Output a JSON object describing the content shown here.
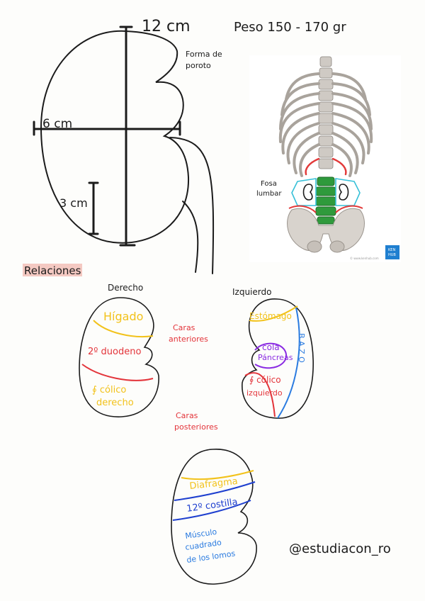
{
  "top": {
    "length_label": "12 cm",
    "width_label": "6 cm",
    "thickness_label": "3 cm",
    "shape_label_line1": "Forma de",
    "shape_label_line2": "poroto",
    "weight_label": "Peso 150 - 170 gr"
  },
  "xray": {
    "fossa_label_line1": "Fosa",
    "fossa_label_line2": "lumbar",
    "badge_line1": "KEN",
    "badge_line2": "HUB",
    "credit": "© www.kenhub.com"
  },
  "relations": {
    "title": "Relaciones",
    "right_label": "Derecho",
    "left_label": "Izquierdo",
    "anterior_line1": "Caras",
    "anterior_line2": "anteriores",
    "posterior_line1": "Caras",
    "posterior_line2": "posteriores",
    "right_kidney": {
      "liver": "Hígado",
      "duodenum": "2º duodeno",
      "colon_line1": "∮ cólico",
      "colon_line2": "derecho"
    },
    "left_kidney": {
      "stomach": "Estómago",
      "pancreas_line1": "cola",
      "pancreas_line2": "Páncreas",
      "colon_line1": "∮ cólico",
      "colon_line2": "izquierdo",
      "spleen": "B A Z O"
    },
    "posterior_kidney": {
      "diaphragm": "Diafragma",
      "rib": "12º costilla",
      "muscle_line1": "Músculo",
      "muscle_line2": "cuadrado",
      "muscle_line3": "de los lomos"
    }
  },
  "handle": "@estudiacon_ro",
  "colors": {
    "ink": "#1b1b1b",
    "yellow": "#f2c21b",
    "red": "#e3343a",
    "purple": "#8a2be2",
    "blue": "#2a7be0",
    "title_highlight": "#f4c9c2"
  }
}
